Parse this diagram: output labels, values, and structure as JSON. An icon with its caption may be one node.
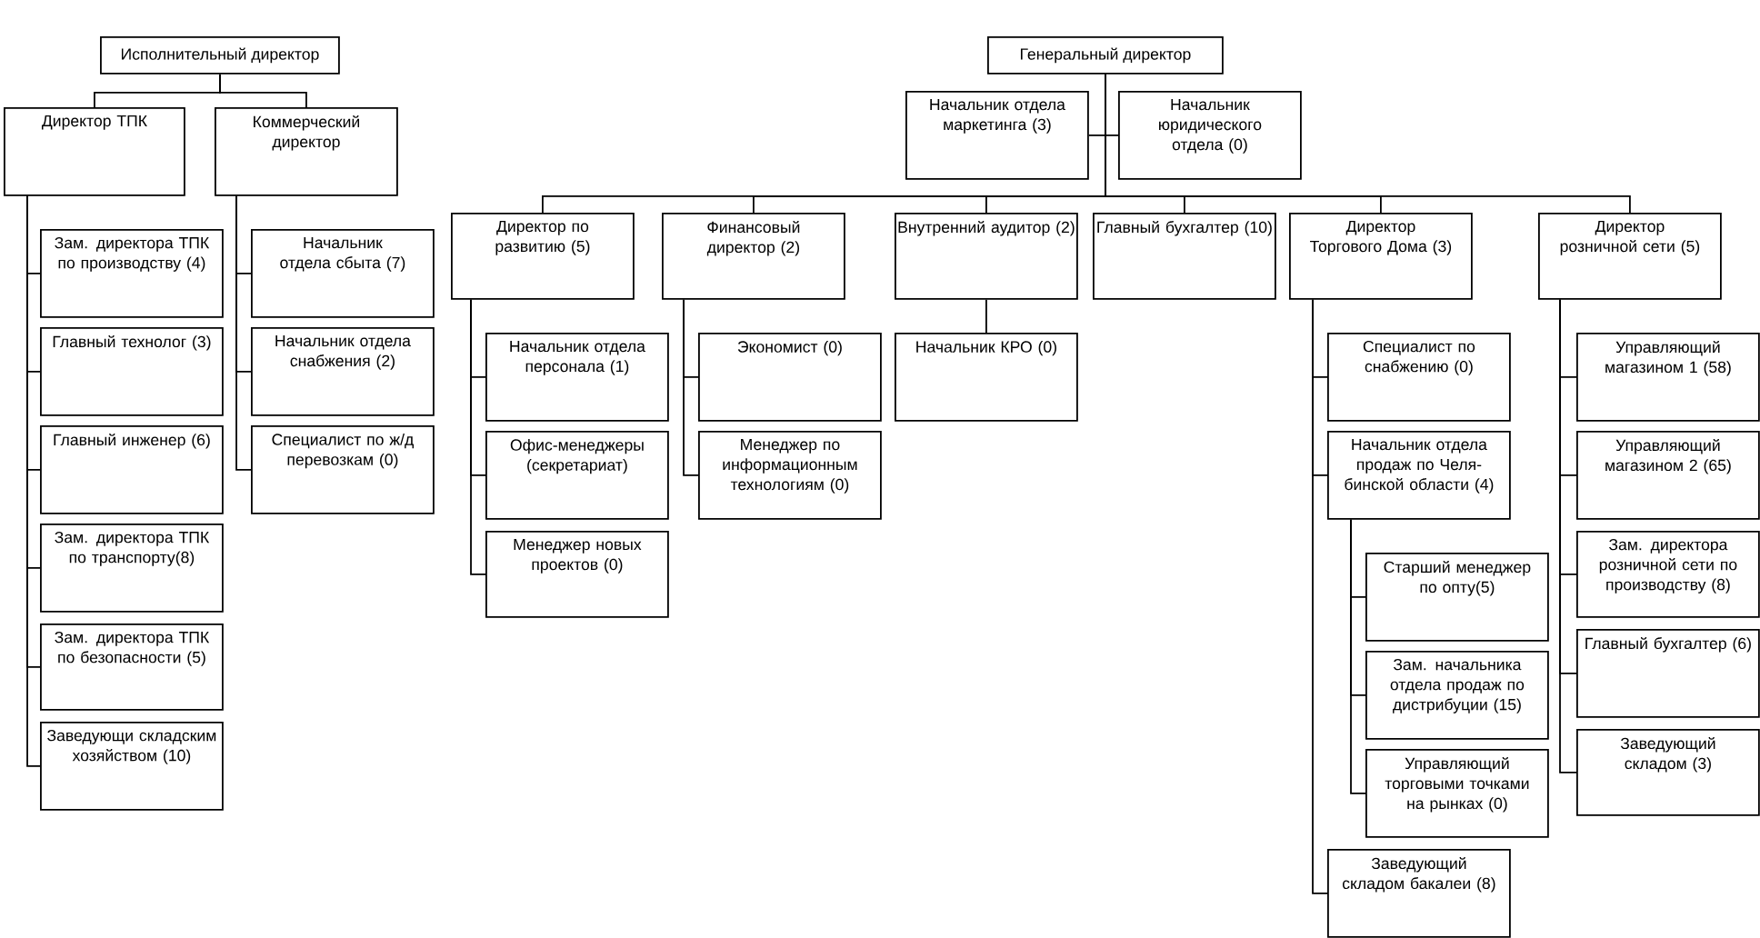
{
  "diagram": {
    "nodes": [
      {
        "text": [
          "Исполнительный директор"
        ]
      },
      {
        "text": [
          "Директор ТПК"
        ]
      },
      {
        "text": [
          "Коммерческий директор"
        ]
      },
      {
        "text": [
          "Зам. директора ТПК по производству (4)"
        ]
      },
      {
        "text": [
          "Главный технолог (3)"
        ]
      },
      {
        "text": [
          "Главный инженер (6)"
        ]
      },
      {
        "text": [
          "Зам. директора ТПК по транспорту(8)"
        ]
      },
      {
        "text": [
          "Зам. директора ТПК по безопасности (5)"
        ]
      },
      {
        "text": [
          "Заведующи складским хозяйством (10)"
        ]
      },
      {
        "text": [
          "Начальник отдела сбыта (7)"
        ]
      },
      {
        "text": [
          "Начальник отдела снабжения (2)"
        ]
      },
      {
        "text": [
          "Специалист по ж/д перевозкам (0)"
        ]
      },
      {
        "text": [
          "Генеральный директор"
        ]
      },
      {
        "text": [
          "Начальник отдела маркетинга (3)"
        ]
      },
      {
        "text": [
          "Начальник юридического отдела (0)"
        ]
      },
      {
        "text": [
          "Директор по развитию (5)"
        ]
      },
      {
        "text": [
          "Финансовый директор (2)"
        ]
      },
      {
        "text": [
          "Внутренний аудитор (2)"
        ]
      },
      {
        "text": [
          "Главный бухгалтер (10)"
        ]
      },
      {
        "text": [
          "Директор Торгового Дома (3)"
        ]
      },
      {
        "text": [
          "Директор розничной сети (5)"
        ]
      },
      {
        "text": [
          "Начальник отдела персонала (1)"
        ]
      },
      {
        "text": [
          "Офис-менеджеры (секретариат)"
        ]
      },
      {
        "text": [
          "Менеджер новых проектов (0)"
        ]
      },
      {
        "text": [
          "Экономист (0)"
        ]
      },
      {
        "text": [
          "Менеджер по информационным технологиям (0)"
        ]
      },
      {
        "text": [
          "Начальник КРО (0)"
        ]
      },
      {
        "text": [
          "Специалист по снабжению (0)"
        ]
      },
      {
        "text": [
          "Начальник отдела продаж по Челя-бинской области (4)"
        ]
      },
      {
        "text": [
          "Старший менеджер по опту(5)"
        ]
      },
      {
        "text": [
          "Зам. начальника отдела продаж по дистрибуции (15)"
        ]
      },
      {
        "text": [
          "Управляющий торговыми точками на рынках (0)"
        ]
      },
      {
        "text": [
          "Заведующий складом бакалеи (8)"
        ]
      },
      {
        "text": [
          "Управляющий магазином 1 (58)"
        ]
      },
      {
        "text": [
          "Управляющий магазином 2 (65)"
        ]
      },
      {
        "text": [
          "Зам. директора розничной сети по производству (8)"
        ]
      },
      {
        "text": [
          "Главный бухгалтер (6)"
        ]
      },
      {
        "text": [
          "Заведующий складом (3)"
        ]
      }
    ],
    "edges": [
      {
        "from": 0,
        "to": 1,
        "arrow": "none"
      },
      {
        "from": 0,
        "to": 2,
        "arrow": "none"
      },
      {
        "from": 1,
        "to": 3,
        "arrow": "none"
      },
      {
        "from": 1,
        "to": 4,
        "arrow": "none"
      },
      {
        "from": 1,
        "to": 5,
        "arrow": "none"
      },
      {
        "from": 1,
        "to": 6,
        "arrow": "none"
      },
      {
        "from": 1,
        "to": 7,
        "arrow": "none"
      },
      {
        "from": 1,
        "to": 8,
        "arrow": "none"
      },
      {
        "from": 2,
        "to": 9,
        "arrow": "none"
      },
      {
        "from": 2,
        "to": 10,
        "arrow": "none"
      },
      {
        "from": 2,
        "to": 11,
        "arrow": "none"
      },
      {
        "from": 12,
        "to": 13,
        "arrow": "none"
      },
      {
        "from": 12,
        "to": 14,
        "arrow": "none"
      },
      {
        "from": 12,
        "to": 15,
        "arrow": "none"
      },
      {
        "from": 12,
        "to": 16,
        "arrow": "none"
      },
      {
        "from": 12,
        "to": 17,
        "arrow": "none"
      },
      {
        "from": 12,
        "to": 18,
        "arrow": "none"
      },
      {
        "from": 12,
        "to": 19,
        "arrow": "none"
      },
      {
        "from": 12,
        "to": 20,
        "arrow": "none"
      },
      {
        "from": 15,
        "to": 21,
        "arrow": "none"
      },
      {
        "from": 15,
        "to": 22,
        "arrow": "none"
      },
      {
        "from": 15,
        "to": 23,
        "arrow": "none"
      },
      {
        "from": 16,
        "to": 24,
        "arrow": "none"
      },
      {
        "from": 16,
        "to": 25,
        "arrow": "none"
      },
      {
        "from": 17,
        "to": 26,
        "arrow": "none"
      },
      {
        "from": 19,
        "to": 27,
        "arrow": "none"
      },
      {
        "from": 19,
        "to": 28,
        "arrow": "none"
      },
      {
        "from": 28,
        "to": 29,
        "arrow": "none"
      },
      {
        "from": 28,
        "to": 30,
        "arrow": "none"
      },
      {
        "from": 28,
        "to": 31,
        "arrow": "none"
      },
      {
        "from": 19,
        "to": 32,
        "arrow": "none"
      },
      {
        "from": 20,
        "to": 33,
        "arrow": "none"
      },
      {
        "from": 20,
        "to": 34,
        "arrow": "none"
      },
      {
        "from": 20,
        "to": 35,
        "arrow": "none"
      },
      {
        "from": 20,
        "to": 36,
        "arrow": "none"
      },
      {
        "from": 20,
        "to": 37,
        "arrow": "none"
      }
    ]
  }
}
